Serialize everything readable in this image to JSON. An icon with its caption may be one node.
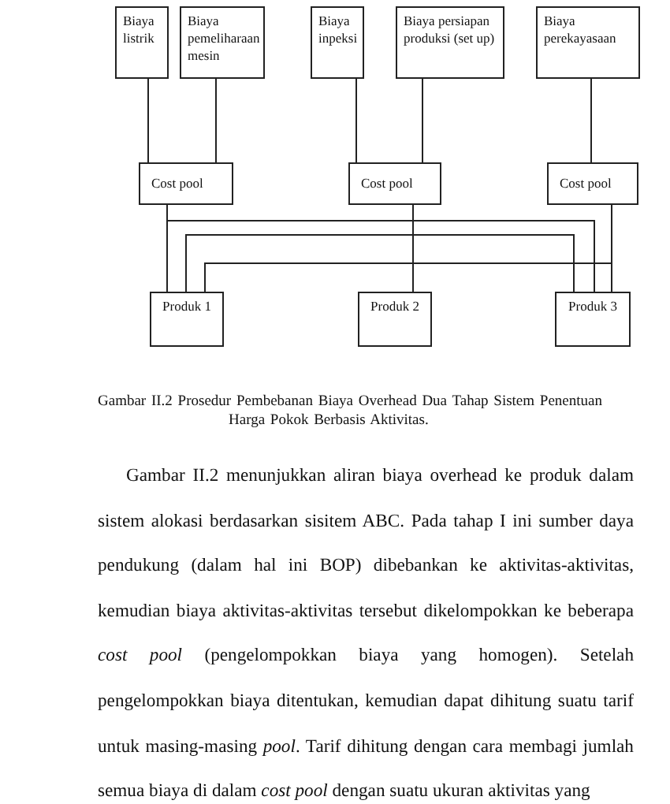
{
  "diagram": {
    "caption": "Gambar II.2 Prosedur Pembebanan Biaya Overhead Dua Tahap Sistem Penentuan Harga Pokok Berbasis Aktivitas.",
    "nodes": [
      {
        "text": [
          "Biaya listrik"
        ]
      },
      {
        "text": [
          "Biaya pemeliharaan mesin"
        ]
      },
      {
        "text": [
          "Biaya inpeksi"
        ]
      },
      {
        "text": [
          "Biaya persiapan produksi (set up)"
        ]
      },
      {
        "text": [
          "Biaya perekayasaan"
        ]
      },
      {
        "text": [
          "Cost pool"
        ]
      },
      {
        "text": [
          "Cost pool"
        ]
      },
      {
        "text": [
          "Cost pool"
        ]
      },
      {
        "text": [
          "Produk 1"
        ]
      },
      {
        "text": [
          "Produk 2"
        ]
      },
      {
        "text": [
          "Produk 3"
        ]
      }
    ],
    "edges": [
      {
        "from": 0,
        "to": 5,
        "arrow": "none"
      },
      {
        "from": 1,
        "to": 5,
        "arrow": "none"
      },
      {
        "from": 2,
        "to": 6,
        "arrow": "none"
      },
      {
        "from": 3,
        "to": 6,
        "arrow": "none"
      },
      {
        "from": 4,
        "to": 7,
        "arrow": "none"
      },
      {
        "from": 5,
        "to": 8,
        "arrow": "none"
      },
      {
        "from": 5,
        "to": 10,
        "arrow": "none"
      },
      {
        "from": 6,
        "to": 8,
        "arrow": "none"
      },
      {
        "from": 6,
        "to": 9,
        "arrow": "none"
      },
      {
        "from": 6,
        "to": 10,
        "arrow": "none"
      },
      {
        "from": 7,
        "to": 8,
        "arrow": "none"
      },
      {
        "from": 7,
        "to": 10,
        "arrow": "none"
      }
    ],
    "labels": [
      "Gambar II.2 menunjukkan aliran biaya overhead ke produk dalam sistem alokasi berdasarkan sisitem ABC.  Pada tahap I ini sumber daya pendukung (dalam hal ini BOP) dibebankan ke aktivitas-aktivitas, kemudian biaya aktivitas-aktivitas tersebut dikelompokkan ke beberapa *cost pool* (pengelompokkan biaya yang homogen).  Setelah pengelompokkan biaya ditentukan, kemudian dapat dihitung suatu tarif untuk masing-masing *pool*.  Tarif dihitung dengan cara membagi jumlah semua biaya di dalam *cost pool* dengan suatu ukuran aktivitas yang"
    ]
  }
}
